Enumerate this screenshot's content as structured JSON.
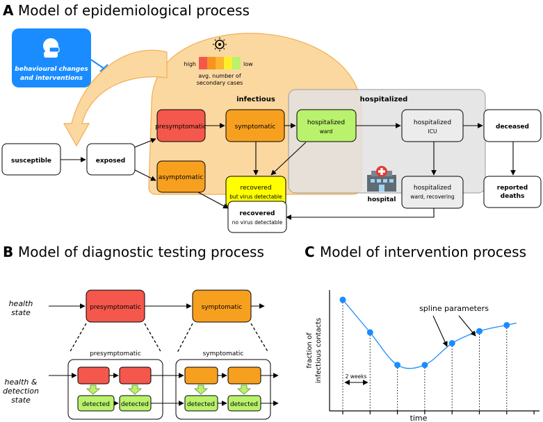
{
  "panelA": {
    "letter": "A",
    "title": "Model of epidemiological process",
    "behavioural": {
      "line1": "behavioural changes",
      "line2": "and interventions"
    },
    "legend": {
      "high": "high",
      "low": "low",
      "caption1": "avg. number of",
      "caption2": "secondary cases",
      "colors": [
        "#f4574b",
        "#f7931e",
        "#fbb52e",
        "#ffef2a",
        "#b9f26c"
      ]
    },
    "infectious_label": "infectious",
    "hospitalized_label": "hospitalized",
    "hospital_caption": "hospital",
    "nodes": {
      "susceptible": "susceptible",
      "exposed": "exposed",
      "presymptomatic": "presymptomatic",
      "symptomatic": "symptomatic",
      "asymptomatic": "asymptomatic",
      "recovered_detect": {
        "title": "recovered",
        "sub": "but virus detectable"
      },
      "recovered_no": {
        "title": "recovered",
        "sub": "no virus detectable"
      },
      "hosp_ward": {
        "title": "hospitalized",
        "sub": "ward"
      },
      "hosp_icu": {
        "title": "hospitalized",
        "sub": "ICU"
      },
      "hosp_recov": {
        "title": "hospitalized",
        "sub": "ward, recovering"
      },
      "deceased": "deceased",
      "reported_deaths": {
        "line1": "reported",
        "line2": "deaths"
      }
    },
    "colors": {
      "red": "#f4574b",
      "orange": "#f7a020",
      "yellow": "#ffff00",
      "green": "#b9f26c",
      "gray": "#e8e8e8",
      "blue": "#1a8cff",
      "balloon": "#fbd8a0"
    }
  },
  "panelB": {
    "letter": "B",
    "title": "Model of diagnostic testing process",
    "health_state": {
      "line1": "health",
      "line2": "state"
    },
    "health_detection": {
      "line1": "health &",
      "line2": "detection",
      "line3": "state"
    },
    "presymptomatic": "presymptomatic",
    "symptomatic": "symptomatic",
    "group_pre": "presymptomatic",
    "group_sym": "symptomatic",
    "detected": "detected"
  },
  "panelC": {
    "letter": "C",
    "title": "Model of intervention process",
    "ylabel1": "fraction of",
    "ylabel2": "infectious contacts",
    "xlabel": "time",
    "spline_label": "spline parameters",
    "interval_label": "2 weeks",
    "chart_data": {
      "type": "line",
      "x": [
        0,
        1,
        2,
        3,
        4,
        5,
        6
      ],
      "y": [
        0.92,
        0.65,
        0.38,
        0.38,
        0.56,
        0.66,
        0.71
      ],
      "ylim": [
        0,
        1
      ],
      "xlabel": "time",
      "ylabel": "fraction of infectious contacts",
      "grid": false,
      "point_color": "#1a8cff"
    }
  }
}
